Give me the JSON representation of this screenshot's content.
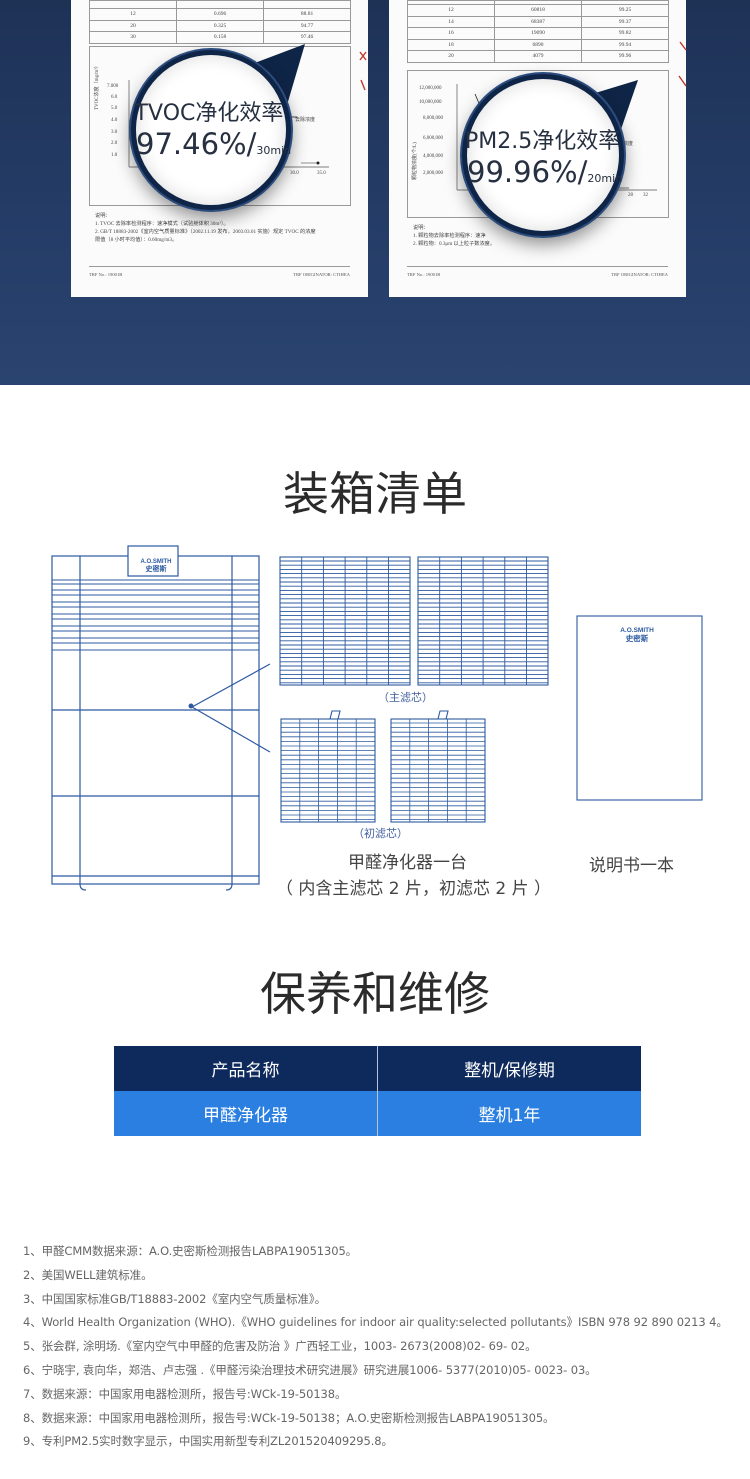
{
  "reports": {
    "left": {
      "rows": [
        [
          "12",
          "0.696",
          "88.81"
        ],
        [
          "20",
          "0.325",
          "94.77"
        ],
        [
          "30",
          "0.158",
          "97.46"
        ]
      ],
      "y_axis_label": "TVOC浓度（mg/m³）",
      "y_ticks": [
        "7.000",
        "6.0",
        "5.0",
        "4.0",
        "3.0",
        "2.0",
        "1.0"
      ],
      "x_ticks": [
        "30.0",
        "35.0"
      ],
      "legend": "去除浓度",
      "notes_title": "说明：",
      "notes": [
        "1.  TVOC 去除率检测程序：速净模式（试验舱体积 30m³）。",
        "2.  GB/T 18883-2002《室内空气质量标准》（2002.11.19 发布，2003.03.01 实施）规定 TVOC 的浓度",
        "     限值（8 小时平均值）：0.60mg/m3。"
      ],
      "footer_left": "TRF No.: 19001B",
      "footer_right": "TRF ORIGINATOR: CTIHEA",
      "lens_title": "TVOC净化效率",
      "lens_value": "97.46%/",
      "lens_unit": "30min"
    },
    "right": {
      "rows": [
        [
          "12",
          "60818",
          "99.25"
        ],
        [
          "14",
          "68387",
          "99.37"
        ],
        [
          "16",
          "19090",
          "99.82"
        ],
        [
          "18",
          "6890",
          "99.94"
        ],
        [
          "20",
          "4079",
          "99.96"
        ]
      ],
      "y_axis_label": "颗粒物浓度(个/L)",
      "y_ticks": [
        "12,000,000",
        "10,000,000",
        "8,000,000",
        "6,000,000",
        "4,000,000",
        "2,000,000"
      ],
      "x_ticks": [
        "28",
        "32"
      ],
      "legend": "浓度",
      "notes_title": "说明：",
      "notes": [
        "1.  颗粒物去除率检测程序：速净",
        "2.  颗粒物：0.3μm 以上粒子数浓度。"
      ],
      "footer_left": "TRF No.: 19001B",
      "footer_right": "TRF ORIGINATOR: CTIHEA",
      "lens_title": "PM2.5净化效率",
      "lens_value": "99.96%/",
      "lens_unit": "20min"
    }
  },
  "packing": {
    "title": "装箱清单",
    "brand_en": "A.O.SMITH",
    "brand_cn": "史密斯",
    "main_filter_label": "（主滤芯）",
    "pre_filter_label": "（初滤芯）",
    "purifier_caption": "甲醛净化器一台",
    "purifier_sub": "（ 内含主滤芯 2 片，初滤芯 2 片 ）",
    "manual_caption": "说明书一本",
    "colors": {
      "line": "#2c5aa0"
    }
  },
  "maintenance": {
    "title": "保养和维修",
    "headers": [
      "产品名称",
      "整机/保修期"
    ],
    "row": [
      "甲醛净化器",
      "整机1年"
    ],
    "colors": {
      "header_bg": "#0e2a5c",
      "row_bg": "#2a7fe0"
    }
  },
  "references": [
    "1、甲醛CMM数据来源：A.O.史密斯检测报告LABPA19051305。",
    "2、美国WELL建筑标准。",
    "3、中国国家标准GB/T18883-2002《室内空气质量标准》。",
    "4、World Health Organization (WHO).《WHO guidelines for indoor air quality:selected pollutants》ISBN 978 92 890 0213 4。",
    "5、张会群, 涂明场.《室内空气中甲醛的危害及防治 》广西轻工业，1003- 2673(2008)02- 69- 02。",
    "6、宁晓宇, 袁向华，郑浩、卢志强 .《甲醛污染治理技术研究进展》研究进展1006- 5377(2010)05- 0023- 03。",
    "7、数据来源：中国家用电器检测所，报告号:WCk-19-50138。",
    "8、数据来源：中国家用电器检测所，报告号:WCk-19-50138；A.O.史密斯检测报告LABPA19051305。",
    "9、专利PM2.5实时数字显示，中国实用新型专利ZL201520409295.8。"
  ]
}
